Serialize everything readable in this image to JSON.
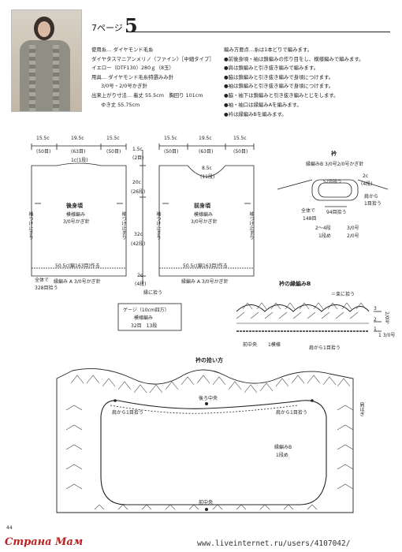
{
  "header": {
    "page_ref": "7ページ",
    "pattern_no": "5"
  },
  "spec_lines": [
    "使用糸… ダイヤモンド毛糸",
    "ダイヤタスマニアンメリノ〈ファイン〉［中細タイプ］",
    "イエロー（DTF130）280ｇ（8玉）",
    "用具… ダイヤモンド毛糸特選みみ針",
    "3/0号・2/0号かぎ針",
    "出来上がり寸法… 着丈 55.5cm　胸回り 101cm",
    "ゆき丈 55.75cm"
  ],
  "steps": [
    "編み方要点…糸は1本どりで編みます。",
    "●前後身頃・袖は鎖編みの作り目をし、模様編みで編みます。",
    "●肩は鎖編みと引き抜き編みで編みます。",
    "●脇は鎖編みと引き抜き編みで身頃につけます。",
    "●袖は鎖編みと引き抜き編みで身頃につけます。",
    "●脇・袖下は鎖編みと引き抜き編みとじをします。",
    "●袖・袖口は縁編みAを編みます。",
    "●衿は縁編みBを編みます。"
  ],
  "back": {
    "dims_top": [
      "15.5c",
      "19.5c",
      "15.5c"
    ],
    "dims_top_sub": [
      "(50目)",
      "(63目)",
      "(50目)"
    ],
    "neck": "1c(1段)",
    "title": "後身頃",
    "pattern": "模様編み",
    "hook": "3/0号かぎ針",
    "sleeve_attach": "袖つけ止まり",
    "bottom": "50.5c(編163目)作る",
    "edging": "縁編み A 3/0号かぎ針",
    "total": "全体で",
    "total_count": "328目拾う"
  },
  "front": {
    "dims_top": [
      "15.5c",
      "19.5c",
      "15.5c"
    ],
    "dims_top_sub": [
      "(50目)",
      "(63目)",
      "(50目)"
    ],
    "neck_depth": "8.5c",
    "neck_rows": "(11段)",
    "title": "前身頃",
    "pattern": "模様編み",
    "hook": "3/0号かぎ針",
    "sleeve_attach": "袖つけ止まり",
    "bottom": "50.5c(編163目)作る",
    "edging": "縁編み A 3/0号かぎ針",
    "hem_label": "縁に拾う"
  },
  "side_dims": {
    "d1": "1.5c",
    "d1s": "(2目)",
    "d2": "20c",
    "d2s": "(26段)",
    "d3": "32c",
    "d3s": "(42段)",
    "d4": "2c",
    "d4s": "(4段)"
  },
  "collar": {
    "title": "衿",
    "edging": "縁編みB 3/0号2/0号かぎ針",
    "inner_rows": "52目拾う",
    "inner_dim": "2c",
    "inner_dim_s": "(4段)",
    "total": "全体で",
    "total_count": "148目",
    "stitch_94": "94目拾う",
    "neck_from": "肩から",
    "neck_rows": "1目拾う",
    "rows_label_1": "2〜4段",
    "rows_label_2": "1段め",
    "hook_1": "3/0号",
    "hook_2": "2/0号"
  },
  "gauge": {
    "title": "ゲージ（10cm四方）",
    "pattern": "模様編み",
    "values": "32目　13段"
  },
  "edgeB": {
    "title": "衿の縁編みB",
    "legend": "＝束に拾う",
    "rows": [
      "3",
      "2",
      "1"
    ],
    "hooks": "2/0号",
    "hook1": "1 3/0号",
    "center": "前中央",
    "one_pattern": "1模様",
    "side": "肩から1目拾う"
  },
  "pickup": {
    "title": "衿の拾い方",
    "back_center": "後ろ中央",
    "shoulder_l": "肩から1目拾う",
    "shoulder_r": "肩から1目拾う",
    "shoulder_line": "肩はぎ",
    "edge_b": "縁編みB",
    "row1": "1段め",
    "front_center": "前中央"
  },
  "footer": {
    "page": "44",
    "logo": "Страна Мам",
    "url": "www.liveinternet.ru/users/4107042/"
  }
}
